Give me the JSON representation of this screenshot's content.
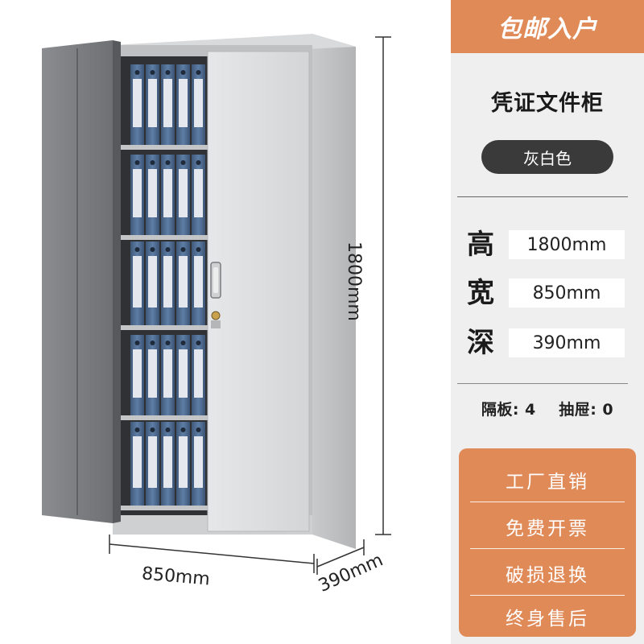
{
  "banner": {
    "text": "包邮入户",
    "color": "#e08a58"
  },
  "product": {
    "name": "凭证文件柜",
    "color_option": "灰白色"
  },
  "dimensions": [
    {
      "label": "高",
      "value": "1800mm"
    },
    {
      "label": "宽",
      "value": "850mm"
    },
    {
      "label": "深",
      "value": "390mm"
    }
  ],
  "specs": {
    "text": "隔板: 4    抽屉: 0"
  },
  "services": {
    "color": "#e08a58",
    "items": [
      "工厂直销",
      "免费开票",
      "破损退换",
      "终身售后"
    ]
  },
  "illustration": {
    "height_label": "1800mm",
    "width_label": "850mm",
    "depth_label": "390mm"
  }
}
